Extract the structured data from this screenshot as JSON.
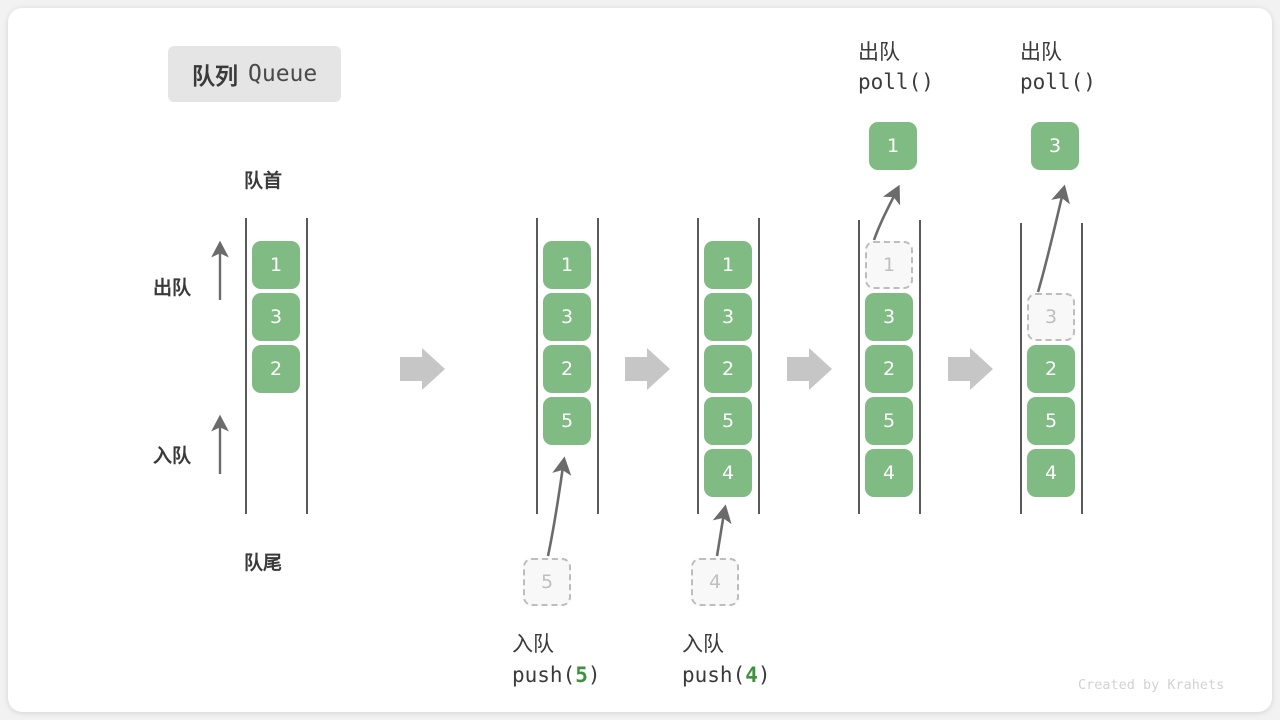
{
  "title": {
    "cn": "队列",
    "en": "Queue"
  },
  "labels": {
    "front": "队首",
    "rear": "队尾",
    "dequeue": "出队",
    "enqueue": "入队"
  },
  "watermark": "Created by Krahets",
  "colors": {
    "cell_fill": "#7fbb82",
    "cell_text": "#ffffff",
    "ghost_fill": "#f8f8f8",
    "ghost_border": "#bdbdbd",
    "ghost_text": "#bfbfbf",
    "rail": "#5a5a5a",
    "arrow": "#6b6b6b",
    "block_arrow": "#c6c6c6",
    "badge_bg": "#e5e5e5",
    "text": "#3a3a3a",
    "accent_green": "#3f9142",
    "watermark": "#d2d2d2"
  },
  "steps": [
    {
      "id": "step-1",
      "caption_cn": "",
      "caption_code": "",
      "cells": [
        {
          "value": "1",
          "ghost": false
        },
        {
          "value": "3",
          "ghost": false
        },
        {
          "value": "2",
          "ghost": false
        }
      ]
    },
    {
      "id": "step-2",
      "op": "push",
      "caption_cn": "入队",
      "caption_code_prefix": "push(",
      "caption_arg": "5",
      "caption_code_suffix": ")",
      "incoming": "5",
      "cells": [
        {
          "value": "1",
          "ghost": false
        },
        {
          "value": "3",
          "ghost": false
        },
        {
          "value": "2",
          "ghost": false
        },
        {
          "value": "5",
          "ghost": false
        }
      ]
    },
    {
      "id": "step-3",
      "op": "push",
      "caption_cn": "入队",
      "caption_code_prefix": "push(",
      "caption_arg": "4",
      "caption_code_suffix": ")",
      "incoming": "4",
      "cells": [
        {
          "value": "1",
          "ghost": false
        },
        {
          "value": "3",
          "ghost": false
        },
        {
          "value": "2",
          "ghost": false
        },
        {
          "value": "5",
          "ghost": false
        },
        {
          "value": "4",
          "ghost": false
        }
      ]
    },
    {
      "id": "step-4",
      "op": "poll",
      "caption_cn": "出队",
      "caption_code": "poll()",
      "outgoing": "1",
      "cells": [
        {
          "value": "1",
          "ghost": true
        },
        {
          "value": "3",
          "ghost": false
        },
        {
          "value": "2",
          "ghost": false
        },
        {
          "value": "5",
          "ghost": false
        },
        {
          "value": "4",
          "ghost": false
        }
      ]
    },
    {
      "id": "step-5",
      "op": "poll",
      "caption_cn": "出队",
      "caption_code": "poll()",
      "outgoing": "3",
      "cells": [
        {
          "value": "3",
          "ghost": true
        },
        {
          "value": "2",
          "ghost": false
        },
        {
          "value": "5",
          "ghost": false
        },
        {
          "value": "4",
          "ghost": false
        }
      ]
    }
  ]
}
